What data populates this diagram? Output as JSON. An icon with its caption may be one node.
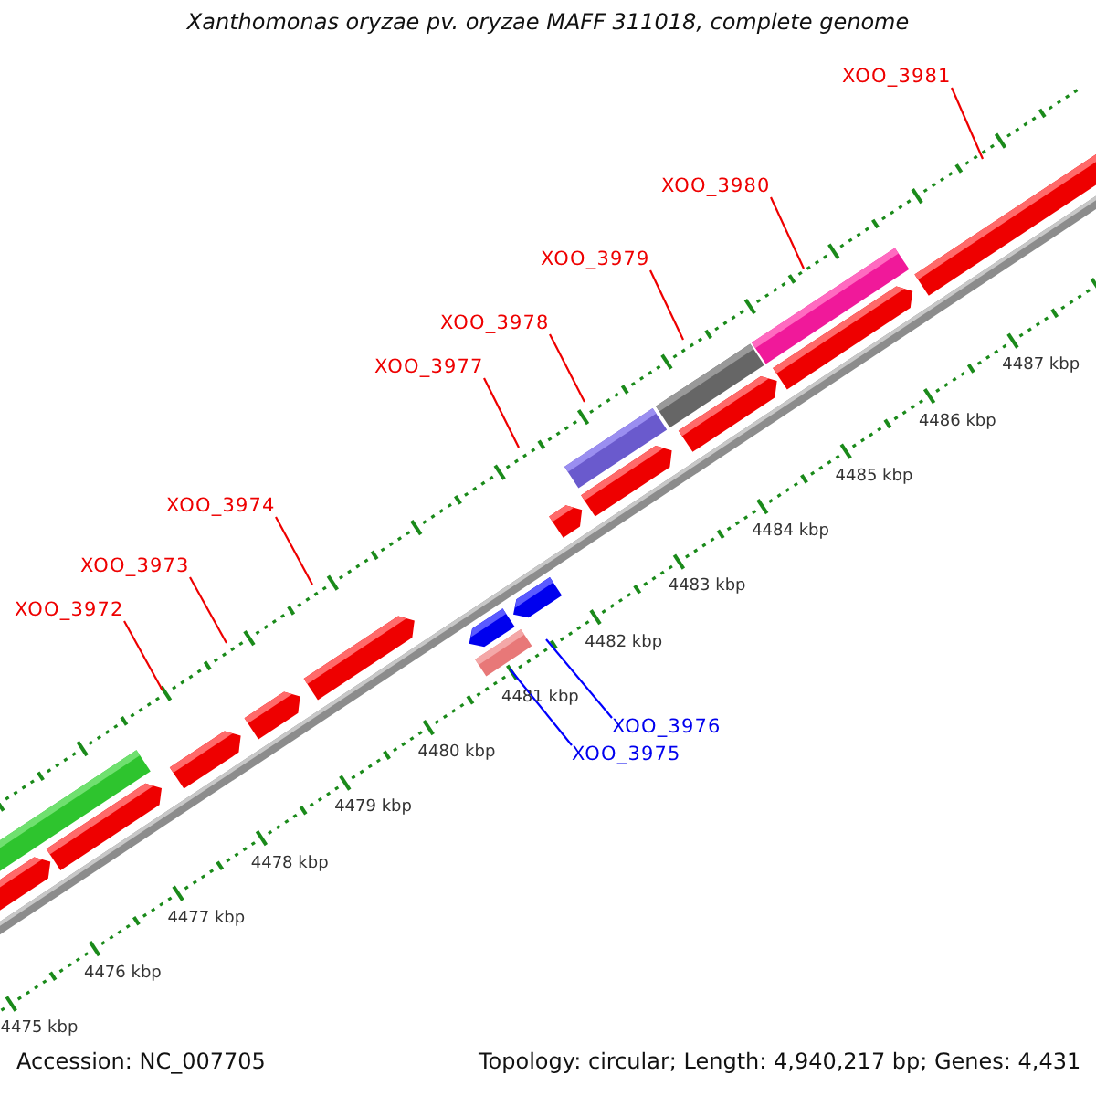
{
  "diagram": {
    "title": "Xanthomonas oryzae pv. oryzae MAFF 311018, complete genome",
    "nodes": [
      {
        "text": [
          "XOO_3981"
        ]
      },
      {
        "text": [
          "XOO_3980"
        ]
      },
      {
        "text": [
          "XOO_3979"
        ]
      },
      {
        "text": [
          "XOO_3978"
        ]
      },
      {
        "text": [
          "XOO_3977"
        ]
      },
      {
        "text": [
          "XOO_3974"
        ]
      },
      {
        "text": [
          "XOO_3973"
        ]
      },
      {
        "text": [
          "XOO_3972"
        ]
      },
      {
        "text": [
          "XOO_3976"
        ]
      },
      {
        "text": [
          "XOO_3975"
        ]
      }
    ],
    "edges": [
      {
        "from": 0,
        "to": null,
        "arrow": "none"
      },
      {
        "from": 1,
        "to": null,
        "arrow": "none"
      },
      {
        "from": 2,
        "to": null,
        "arrow": "none"
      },
      {
        "from": 3,
        "to": null,
        "arrow": "none"
      },
      {
        "from": 4,
        "to": null,
        "arrow": "none"
      },
      {
        "from": 5,
        "to": null,
        "arrow": "none"
      },
      {
        "from": 6,
        "to": null,
        "arrow": "none"
      },
      {
        "from": 7,
        "to": null,
        "arrow": "none"
      },
      {
        "from": 8,
        "to": null,
        "arrow": "none",
        "color": "#0000ff"
      },
      {
        "from": 9,
        "to": null,
        "arrow": "none",
        "color": "#0000ff"
      }
    ],
    "labels": [
      "4487 kbp",
      "4486 kbp",
      "4485 kbp",
      "4484 kbp",
      "4483 kbp",
      "4482 kbp",
      "4481 kbp",
      "4480 kbp",
      "4479 kbp",
      "4478 kbp",
      "4477 kbp",
      "4476 kbp",
      "4475 kbp",
      "Accession: NC_007705",
      "Topology: circular; Length: 4,940,217 bp; Genes: 4,431"
    ]
  }
}
